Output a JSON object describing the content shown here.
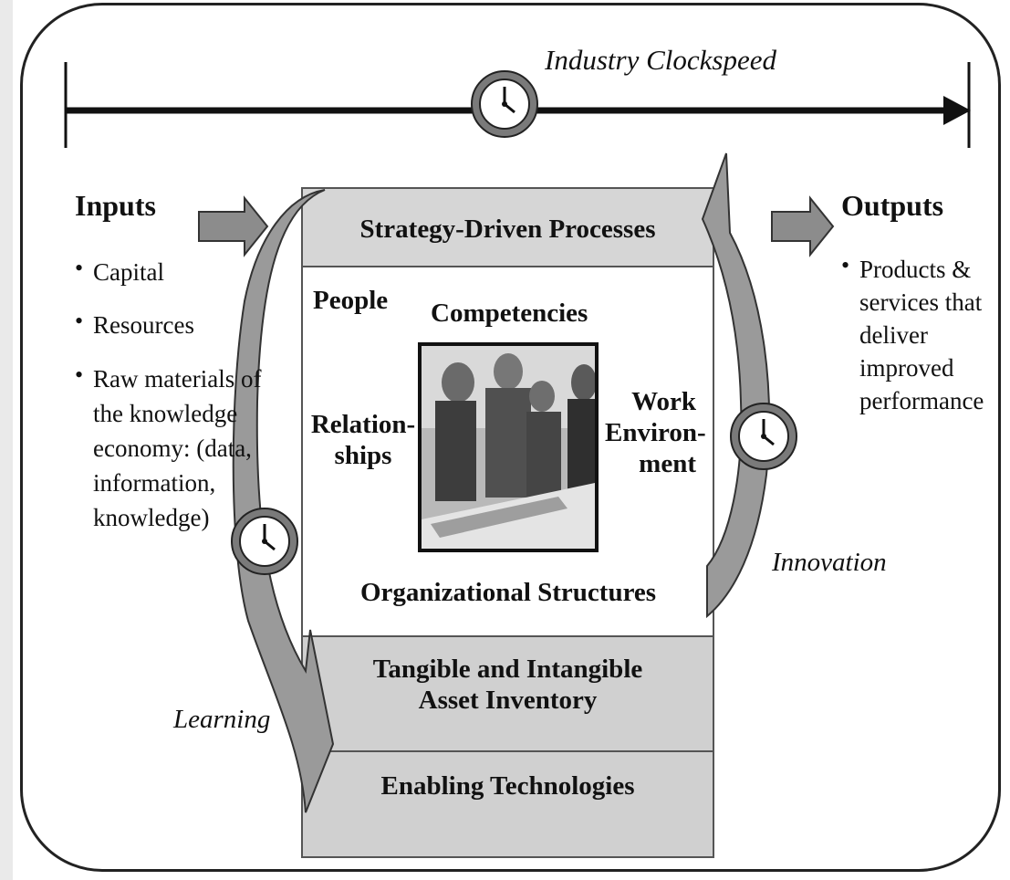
{
  "title": "Industry Clockspeed",
  "inputs": {
    "title": "Inputs",
    "items": [
      "Capital",
      "Resources",
      "Raw materials of the knowledge economy: (data, information, knowledge)"
    ]
  },
  "outputs": {
    "title": "Outputs",
    "items": [
      "Products & services that deliver improved performance"
    ]
  },
  "bands": {
    "strategy": "Strategy-Driven Processes",
    "assets_line1": "Tangible and Intangible",
    "assets_line2": "Asset Inventory",
    "enabling": "Enabling Technologies"
  },
  "center": {
    "people": "People",
    "competencies": "Competencies",
    "relationships_line1": "Relation-",
    "relationships_line2": "ships",
    "work_line1": "Work",
    "work_line2": "Environ-",
    "work_line3": "ment",
    "org": "Organizational Structures"
  },
  "cycle_labels": {
    "innovation": "Innovation",
    "learning": "Learning"
  },
  "icons": [
    "clock-icon",
    "right-arrow-icon",
    "curved-arrow-icon",
    "photo-people"
  ],
  "colors": {
    "band_fill": "#d6d6d6",
    "arrow_fill": "#9a9a9a",
    "clock_ring": "#7a7a7a"
  }
}
